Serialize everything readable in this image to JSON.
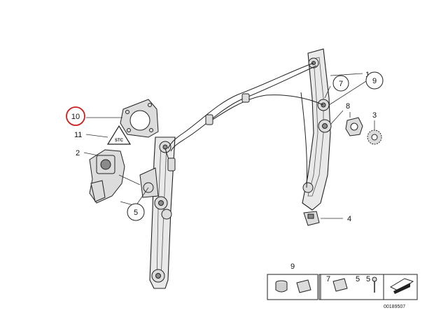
{
  "callouts": {
    "c1": "1",
    "c2": "2",
    "c3": "3",
    "c4": "4",
    "c5": "5",
    "c7": "7",
    "c8": "8",
    "c9": "9",
    "c10": "10",
    "c11": "11"
  },
  "kit_box": {
    "label_9": "9",
    "label_7": "7",
    "label_5_a": "5",
    "label_5_b": "5"
  },
  "drawing_number": "00189507",
  "colors": {
    "highlight": "#cc1f1f"
  }
}
